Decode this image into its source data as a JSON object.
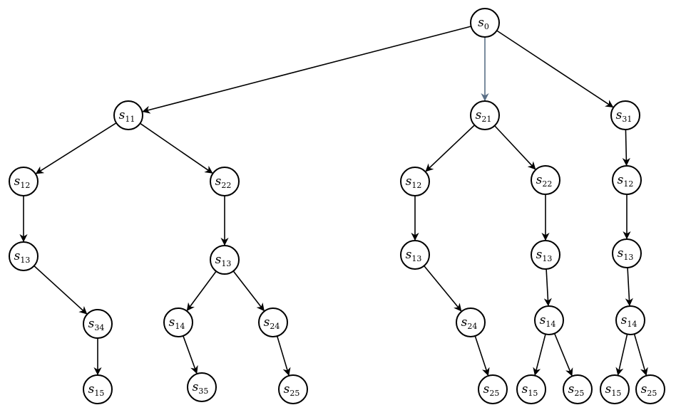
{
  "diagram": {
    "nodes": [
      {
        "id": "s0",
        "label": "s",
        "sub": "0"
      },
      {
        "id": "s11",
        "label": "s",
        "sub": "11"
      },
      {
        "id": "s21",
        "label": "s",
        "sub": "21"
      },
      {
        "id": "s31",
        "label": "s",
        "sub": "31"
      },
      {
        "id": "a_s12",
        "label": "s",
        "sub": "12"
      },
      {
        "id": "a_s22",
        "label": "s",
        "sub": "22"
      },
      {
        "id": "a_s13",
        "label": "s",
        "sub": "13"
      },
      {
        "id": "a_s13b",
        "label": "s",
        "sub": "13"
      },
      {
        "id": "a_s34",
        "label": "s",
        "sub": "34"
      },
      {
        "id": "a_s14",
        "label": "s",
        "sub": "14"
      },
      {
        "id": "a_s24",
        "label": "s",
        "sub": "24"
      },
      {
        "id": "a_s15",
        "label": "s",
        "sub": "15"
      },
      {
        "id": "a_s35",
        "label": "s",
        "sub": "35"
      },
      {
        "id": "a_s25",
        "label": "s",
        "sub": "25"
      },
      {
        "id": "b_s12",
        "label": "s",
        "sub": "12"
      },
      {
        "id": "b_s22",
        "label": "s",
        "sub": "22"
      },
      {
        "id": "b_s13",
        "label": "s",
        "sub": "13"
      },
      {
        "id": "b_s13b",
        "label": "s",
        "sub": "13"
      },
      {
        "id": "b_s24",
        "label": "s",
        "sub": "24"
      },
      {
        "id": "b_s14",
        "label": "s",
        "sub": "14"
      },
      {
        "id": "b_s25",
        "label": "s",
        "sub": "25"
      },
      {
        "id": "b_s15",
        "label": "s",
        "sub": "15"
      },
      {
        "id": "b_s25b",
        "label": "s",
        "sub": "25"
      },
      {
        "id": "c_s12",
        "label": "s",
        "sub": "12"
      },
      {
        "id": "c_s13",
        "label": "s",
        "sub": "13"
      },
      {
        "id": "c_s14",
        "label": "s",
        "sub": "14"
      },
      {
        "id": "c_s15",
        "label": "s",
        "sub": "15"
      },
      {
        "id": "c_s25",
        "label": "s",
        "sub": "25"
      }
    ],
    "edges": [
      {
        "from": "s0",
        "to": "s11"
      },
      {
        "from": "s0",
        "to": "s21",
        "accent": true
      },
      {
        "from": "s0",
        "to": "s31"
      },
      {
        "from": "s11",
        "to": "a_s12"
      },
      {
        "from": "s11",
        "to": "a_s22"
      },
      {
        "from": "a_s12",
        "to": "a_s13"
      },
      {
        "from": "a_s13",
        "to": "a_s34"
      },
      {
        "from": "a_s34",
        "to": "a_s15"
      },
      {
        "from": "a_s22",
        "to": "a_s13b"
      },
      {
        "from": "a_s13b",
        "to": "a_s14"
      },
      {
        "from": "a_s13b",
        "to": "a_s24"
      },
      {
        "from": "a_s14",
        "to": "a_s35"
      },
      {
        "from": "a_s24",
        "to": "a_s25"
      },
      {
        "from": "s21",
        "to": "b_s12"
      },
      {
        "from": "s21",
        "to": "b_s22"
      },
      {
        "from": "b_s12",
        "to": "b_s13"
      },
      {
        "from": "b_s13",
        "to": "b_s24"
      },
      {
        "from": "b_s24",
        "to": "b_s25"
      },
      {
        "from": "b_s22",
        "to": "b_s13b"
      },
      {
        "from": "b_s13b",
        "to": "b_s14"
      },
      {
        "from": "b_s14",
        "to": "b_s15"
      },
      {
        "from": "b_s14",
        "to": "b_s25b"
      },
      {
        "from": "s31",
        "to": "c_s12"
      },
      {
        "from": "c_s12",
        "to": "c_s13"
      },
      {
        "from": "c_s13",
        "to": "c_s14"
      },
      {
        "from": "c_s14",
        "to": "c_s15"
      },
      {
        "from": "c_s14",
        "to": "c_s25"
      }
    ],
    "colors": {
      "stroke": "#000000",
      "accent_edge": "#5a6f86",
      "fill": "#ffffff"
    }
  }
}
